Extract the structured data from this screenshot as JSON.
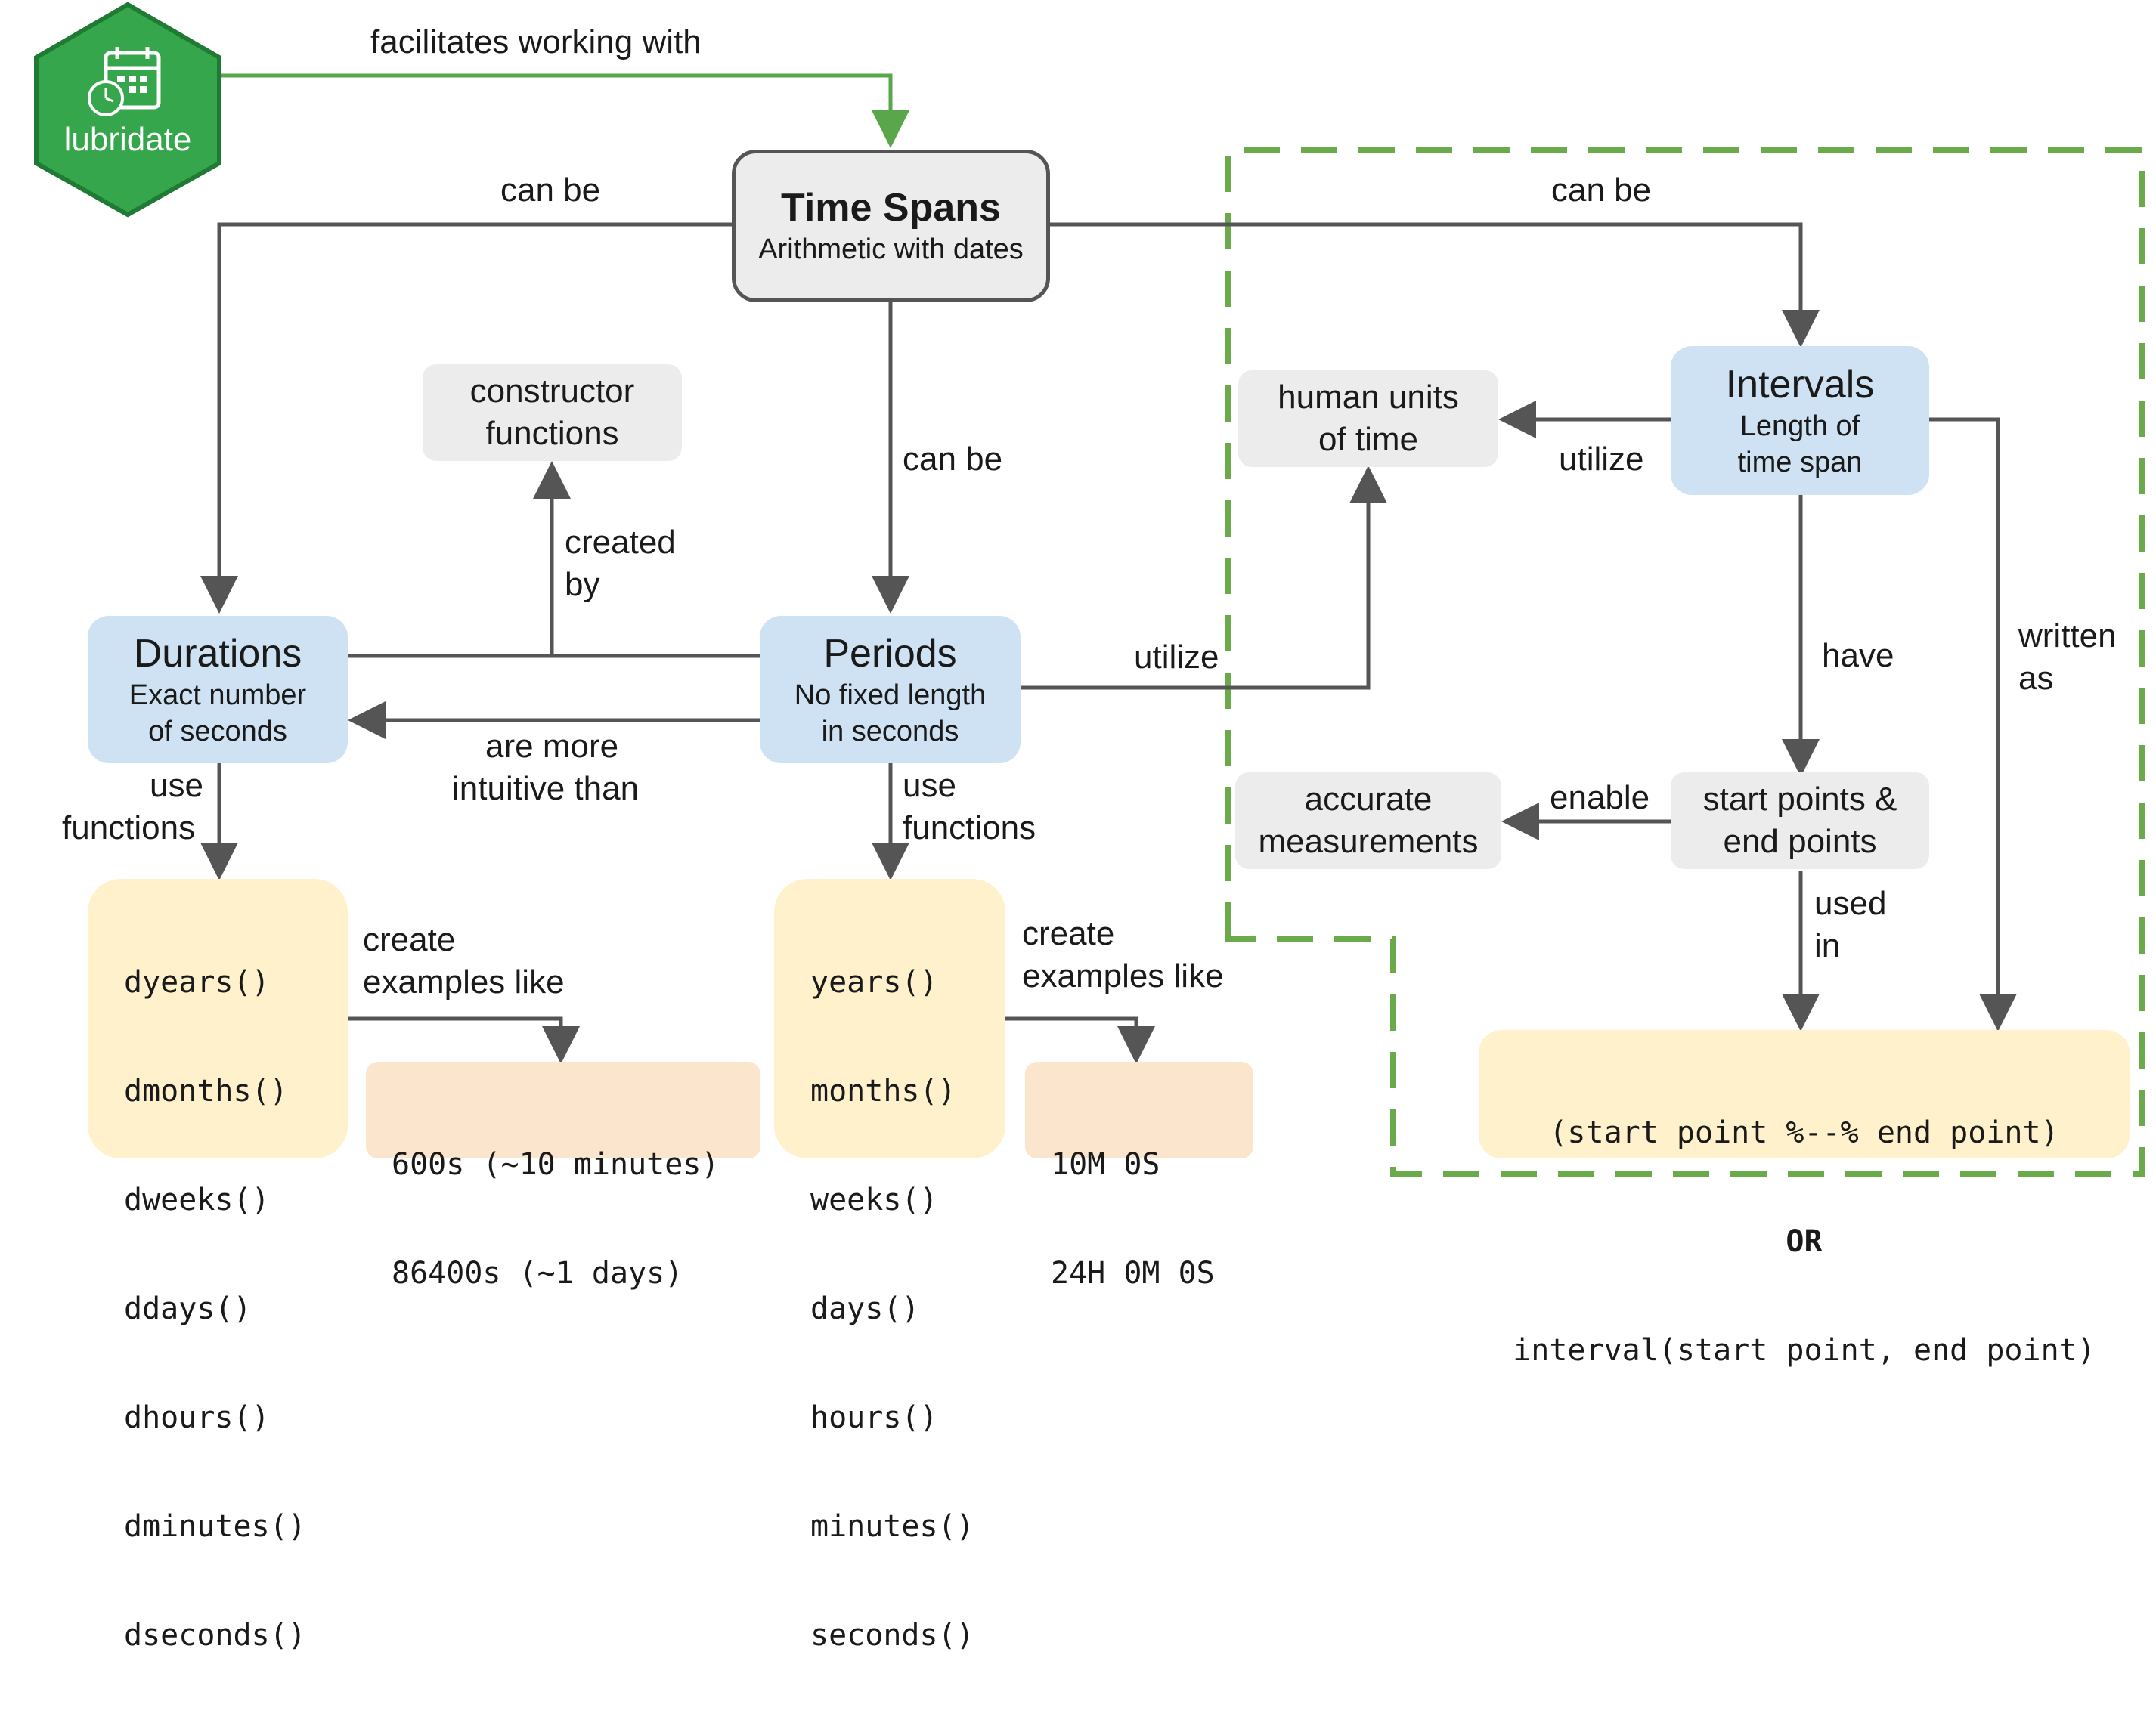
{
  "logo": {
    "name": "lubridate",
    "icon": "calendar-clock-icon",
    "color": "#35a64b"
  },
  "colors": {
    "arrow": "#555555",
    "green_arrow": "#5aa64a",
    "dashed_region": "#6aaa4a",
    "blue_box": "#cfe2f3",
    "gray_box": "#ececec",
    "yellow_box": "#fff1cc",
    "peach_box": "#fbe5cd"
  },
  "nodes": {
    "time_spans": {
      "title": "Time Spans",
      "subtitle": "Arithmetic with dates"
    },
    "durations": {
      "title": "Durations",
      "subtitle_1": "Exact number",
      "subtitle_2": "of seconds"
    },
    "periods": {
      "title": "Periods",
      "subtitle_1": "No fixed length",
      "subtitle_2": "in seconds"
    },
    "intervals": {
      "title": "Intervals",
      "subtitle_1": "Length of",
      "subtitle_2": "time span"
    },
    "constructor": {
      "line_1": "constructor",
      "line_2": "functions"
    },
    "human_units": {
      "line_1": "human units",
      "line_2": "of time"
    },
    "accurate": {
      "line_1": "accurate",
      "line_2": "measurements"
    },
    "start_end": {
      "line_1": "start points &",
      "line_2": "end points"
    },
    "duration_functions": [
      "dyears()",
      "dmonths()",
      "dweeks()",
      "ddays()",
      "dhours()",
      "dminutes()",
      "dseconds()"
    ],
    "duration_examples": [
      "600s (~10 minutes)",
      "86400s (~1 days)"
    ],
    "period_functions": [
      "years()",
      "months()",
      "weeks()",
      "days()",
      "hours()",
      "minutes()",
      "seconds()"
    ],
    "period_examples": [
      "10M 0S",
      "24H 0M 0S"
    ],
    "interval_syntax": {
      "line_1": "(start point %--% end point)",
      "or": "OR",
      "line_2": "interval(start point, end point)"
    }
  },
  "edge_labels": {
    "facilitates": "facilitates working with",
    "can_be_left": "can be",
    "can_be_right": "can be",
    "can_be_mid": "can be",
    "created": "created",
    "by": "by",
    "utilize_periods": "utilize",
    "utilize_intervals": "utilize",
    "more_intuitive_1": "are more",
    "more_intuitive_2": "intuitive than",
    "use_dur_1": "use",
    "use_dur_2": "functions",
    "use_per_1": "use",
    "use_per_2": "functions",
    "create_dur_1": "create",
    "create_dur_2": "examples like",
    "create_per_1": "create",
    "create_per_2": "examples like",
    "have": "have",
    "written": "written",
    "as": "as",
    "enable": "enable",
    "used": "used",
    "in": "in"
  }
}
